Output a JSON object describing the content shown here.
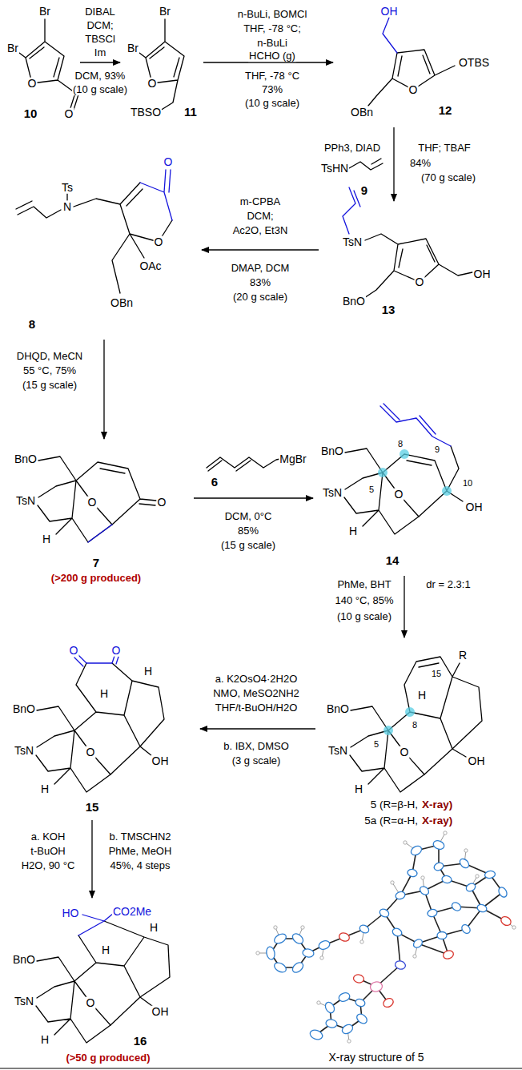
{
  "diagram": {
    "nodes": [
      {
        "text": [
          "10"
        ]
      },
      {
        "text": [
          "11"
        ]
      },
      {
        "text": [
          "12"
        ]
      },
      {
        "text": [
          "9"
        ]
      },
      {
        "text": [
          "13"
        ]
      },
      {
        "text": [
          "8"
        ]
      },
      {
        "text": [
          "7",
          "(>200 g produced)"
        ]
      },
      {
        "text": [
          "6"
        ]
      },
      {
        "text": [
          "14"
        ]
      },
      {
        "text": [
          "5 (R=β-H,",
          "X-ray)",
          "5a (R=α-H,",
          "X-ray)"
        ]
      },
      {
        "text": [
          "15"
        ]
      },
      {
        "text": [
          "16",
          "(>50 g produced)"
        ]
      }
    ],
    "edges": [
      {
        "from": 0,
        "to": 1,
        "arrow": "to",
        "label": "DIBAL"
      },
      {
        "from": 1,
        "to": 2,
        "arrow": "to",
        "label": "n-BuLi, BOMCl"
      },
      {
        "from": 2,
        "to": 4,
        "arrow": "to",
        "label": "PPh3, DIAD"
      },
      {
        "from": 4,
        "to": 5,
        "arrow": "to",
        "label": "m-CPBA"
      },
      {
        "from": 5,
        "to": 6,
        "arrow": "to",
        "label": "DHQD, MeCN"
      },
      {
        "from": 6,
        "to": 8,
        "arrow": "to",
        "label": "DCM, 0°C"
      },
      {
        "from": 8,
        "to": 9,
        "arrow": "to",
        "label": "PhMe, BHT"
      },
      {
        "from": 9,
        "to": 10,
        "arrow": "to",
        "label": "a. K2OsO4·2H2O"
      },
      {
        "from": 10,
        "to": 11,
        "arrow": "to",
        "label": "a. KOH"
      }
    ],
    "labels": [
      "Br",
      "Br",
      "O",
      "O",
      "DCM;",
      "TBSCl",
      "Im",
      "DCM, 93%",
      "(10 g scale)",
      "Br",
      "Br",
      "O",
      "TBSO",
      "THF, -78 °C;",
      "n-BuLi",
      "HCHO (g)",
      "THF, -78 °C",
      "73%",
      "(10 g scale)",
      "OH",
      "O",
      "OTBS",
      "OBn",
      "TsHN",
      "THF; TBAF",
      "84%",
      "(70 g scale)",
      "TsN",
      "O",
      "OH",
      "BnO",
      "DCM;",
      "Ac2O, Et3N",
      "DMAP, DCM",
      "83%",
      "(20 g scale)",
      "Ts",
      "N",
      "O",
      "O",
      "OAc",
      "OBn",
      "55 °C, 75%",
      "(15 g scale)",
      "BnO",
      "TsN",
      "O",
      "O",
      "H",
      "MgBr",
      "85%",
      "(15 g scale)",
      "BnO",
      "TsN",
      "5",
      "8",
      "9",
      "10",
      "O",
      "OH",
      "H",
      "dr = 2.3:1",
      "140 °C, 85%",
      "(10 g scale)",
      "R",
      "15",
      "H",
      "8",
      "5",
      "BnO",
      "TsN",
      "O",
      "OH",
      "H",
      "NMO, MeSO2NH2",
      "THF/t-BuOH/H2O",
      "b. IBX, DMSO",
      "(3 g scale)",
      "O",
      "O",
      "H",
      "H",
      "BnO",
      "TsN",
      "O",
      "OH",
      "H",
      "t-BuOH",
      "H2O, 90 °C",
      "b. TMSCHN2",
      "PhMe, MeOH",
      "45%, 4 steps",
      "HO",
      "CO2Me",
      "H",
      "H",
      "BnO",
      "TsN",
      "O",
      "OH",
      "H",
      "X-ray structure of 5"
    ]
  }
}
